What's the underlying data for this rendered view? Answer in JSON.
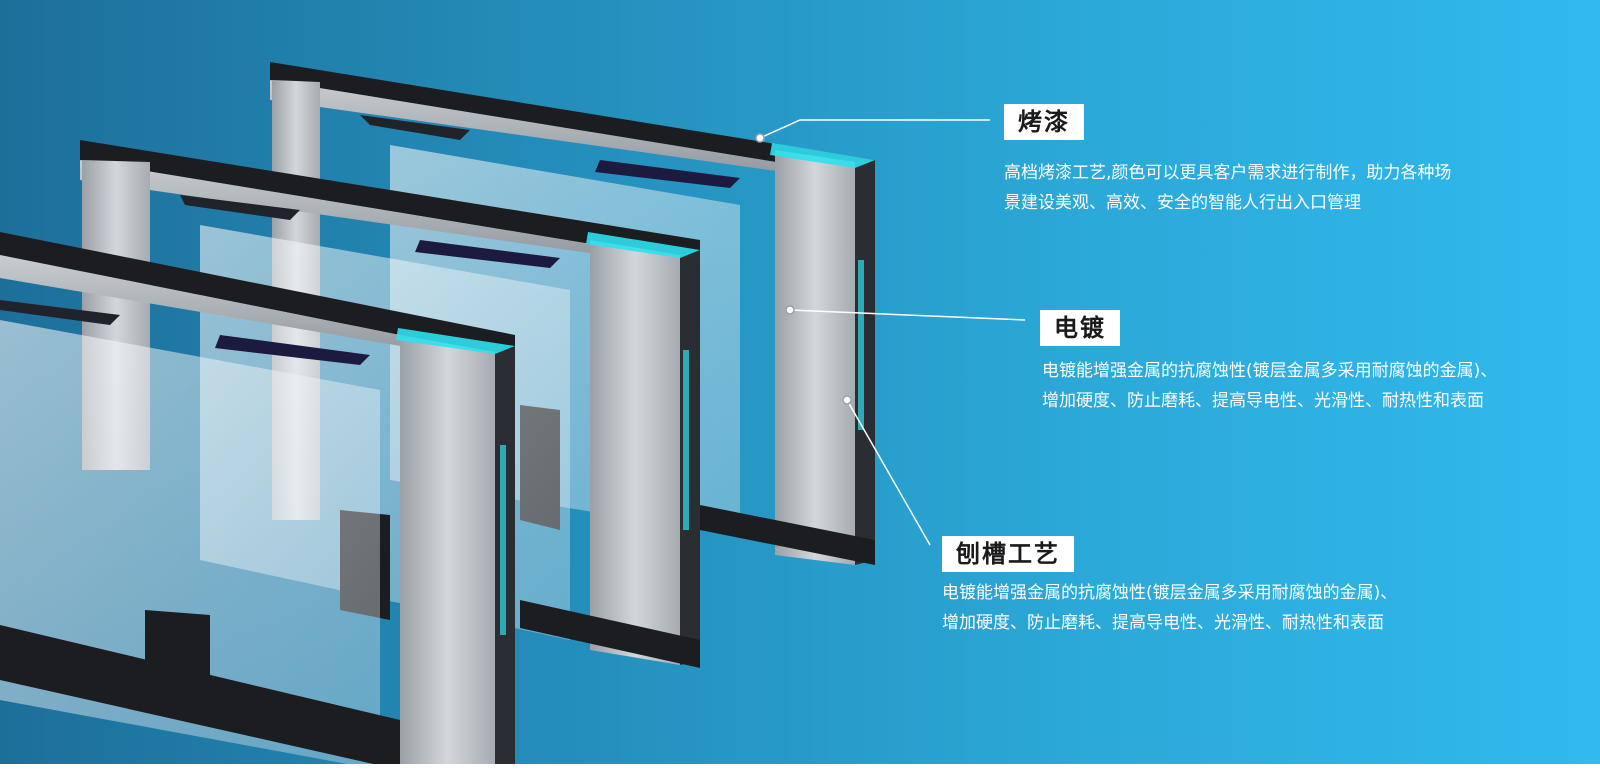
{
  "callouts": [
    {
      "title": "烤漆",
      "line1": "高档烤漆工艺,颜色可以更具客户需求进行制作，助力各种场",
      "line2": "景建设美观、高效、安全的智能人行出入口管理"
    },
    {
      "title": "电镀",
      "line1": "电镀能增强金属的抗腐蚀性(镀层金属多采用耐腐蚀的金属)、",
      "line2": "增加硬度、防止磨耗、提高导电性、光滑性、耐热性和表面"
    },
    {
      "title": "刨槽工艺",
      "line1": "电镀能增强金属的抗腐蚀性(镀层金属多采用耐腐蚀的金属)、",
      "line2": "增加硬度、防止磨耗、提高导电性、光滑性、耐热性和表面"
    }
  ],
  "colors": {
    "background_left": "#1d6f9a",
    "background_right": "#31b9ee",
    "steel": "#b7bcc1",
    "frame_black": "#1b1d20",
    "cyan_accent": "#2fe0f0",
    "callout_box": "#ffffff"
  },
  "icons": [
    "turnstile-gate-illustration",
    "leader-line",
    "callout-dot"
  ]
}
